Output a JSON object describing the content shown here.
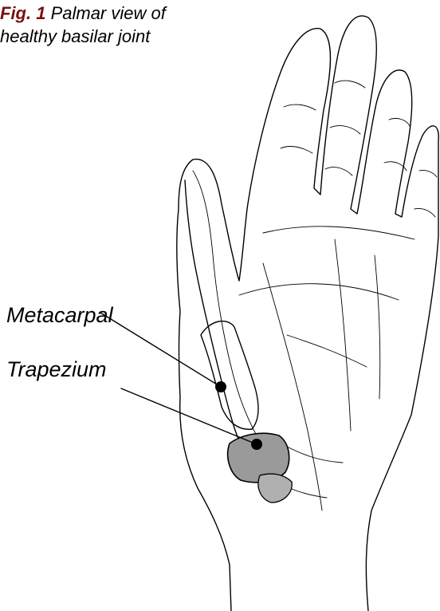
{
  "caption": {
    "figure_label": "Fig. 1",
    "line1_rest": " Palmar view of",
    "line2": "healthy basilar joint"
  },
  "labels": {
    "metacarpal": "Metacarpal",
    "trapezium": "Trapezium"
  },
  "colors": {
    "figure_label": "#7a0f0f",
    "ink": "#000000",
    "background": "#ffffff"
  }
}
